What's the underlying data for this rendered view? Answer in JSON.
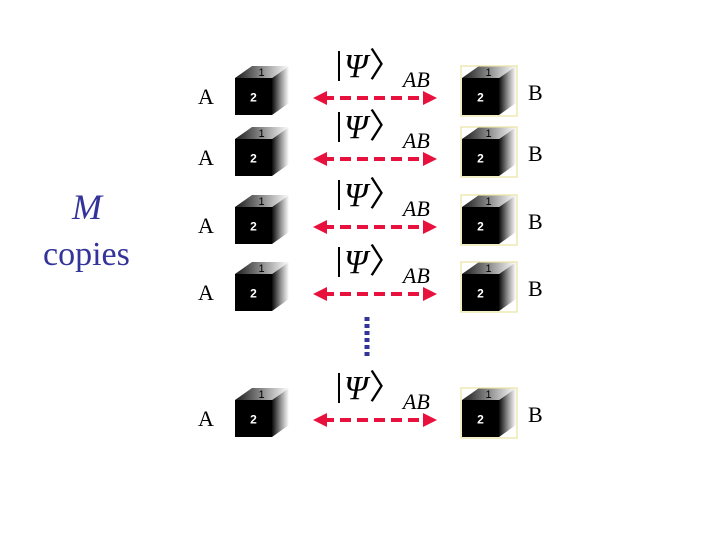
{
  "labels": {
    "m": "M",
    "copies": "copies",
    "a": "A",
    "b": "B"
  },
  "state": {
    "bar": "|",
    "psi": "Ψ",
    "angle": "〉",
    "sub": "AB"
  },
  "box": {
    "top_face": "1",
    "front_face": "2"
  },
  "rows": [
    {
      "id": "1"
    },
    {
      "id": "2"
    },
    {
      "id": "3"
    },
    {
      "id": "4"
    },
    {
      "id": "5"
    }
  ],
  "colors": {
    "link": "#e8103c",
    "ellipsis": "#333399",
    "label_blue": "#333399",
    "box_black": "#000000",
    "box_edge": "#e8e2a0"
  }
}
